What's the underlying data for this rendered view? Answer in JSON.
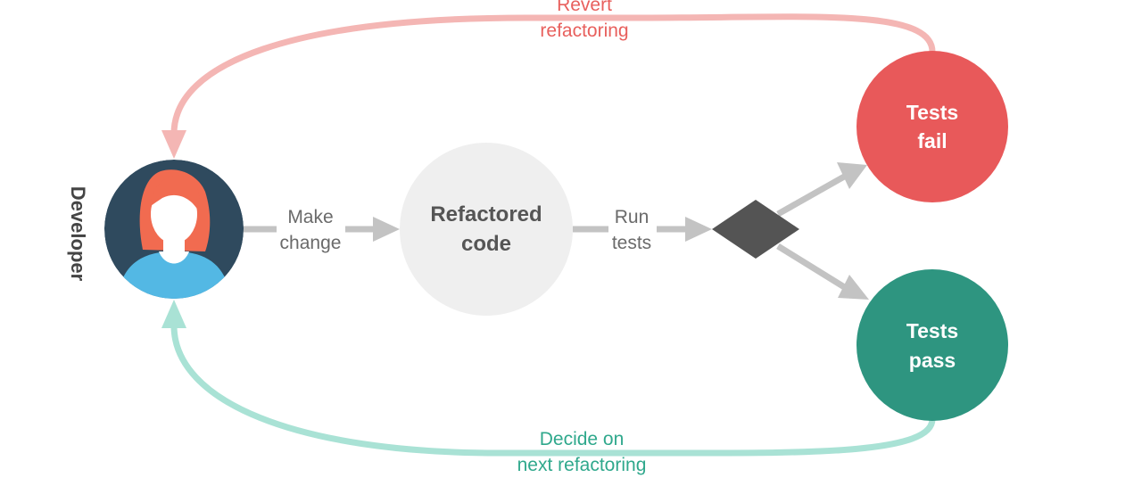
{
  "colors": {
    "revert_arrow": "#f4b6b4",
    "revert_text": "#e8605d",
    "decide_arrow": "#a9e2d5",
    "decide_text": "#2fa88c",
    "gray_arrow": "#c3c3c3",
    "fail_fill": "#e8595a",
    "pass_fill": "#2e9580",
    "refactored_fill": "#efefef",
    "decision_fill": "#545454",
    "avatar_bg": "#2f4a5e",
    "hair": "#f16b50",
    "shirt": "#53b8e4"
  },
  "developer": {
    "label": "Developer",
    "avatar_icon": "developer-avatar-icon"
  },
  "edges": {
    "make_change": "Make\nchange",
    "run_tests": "Run\ntests",
    "revert_refactoring": "Revert\nrefactoring",
    "decide_next": "Decide on\nnext refactoring"
  },
  "nodes": {
    "refactored_code": "Refactored\ncode",
    "tests_fail": "Tests\nfail",
    "tests_pass": "Tests\npass"
  }
}
